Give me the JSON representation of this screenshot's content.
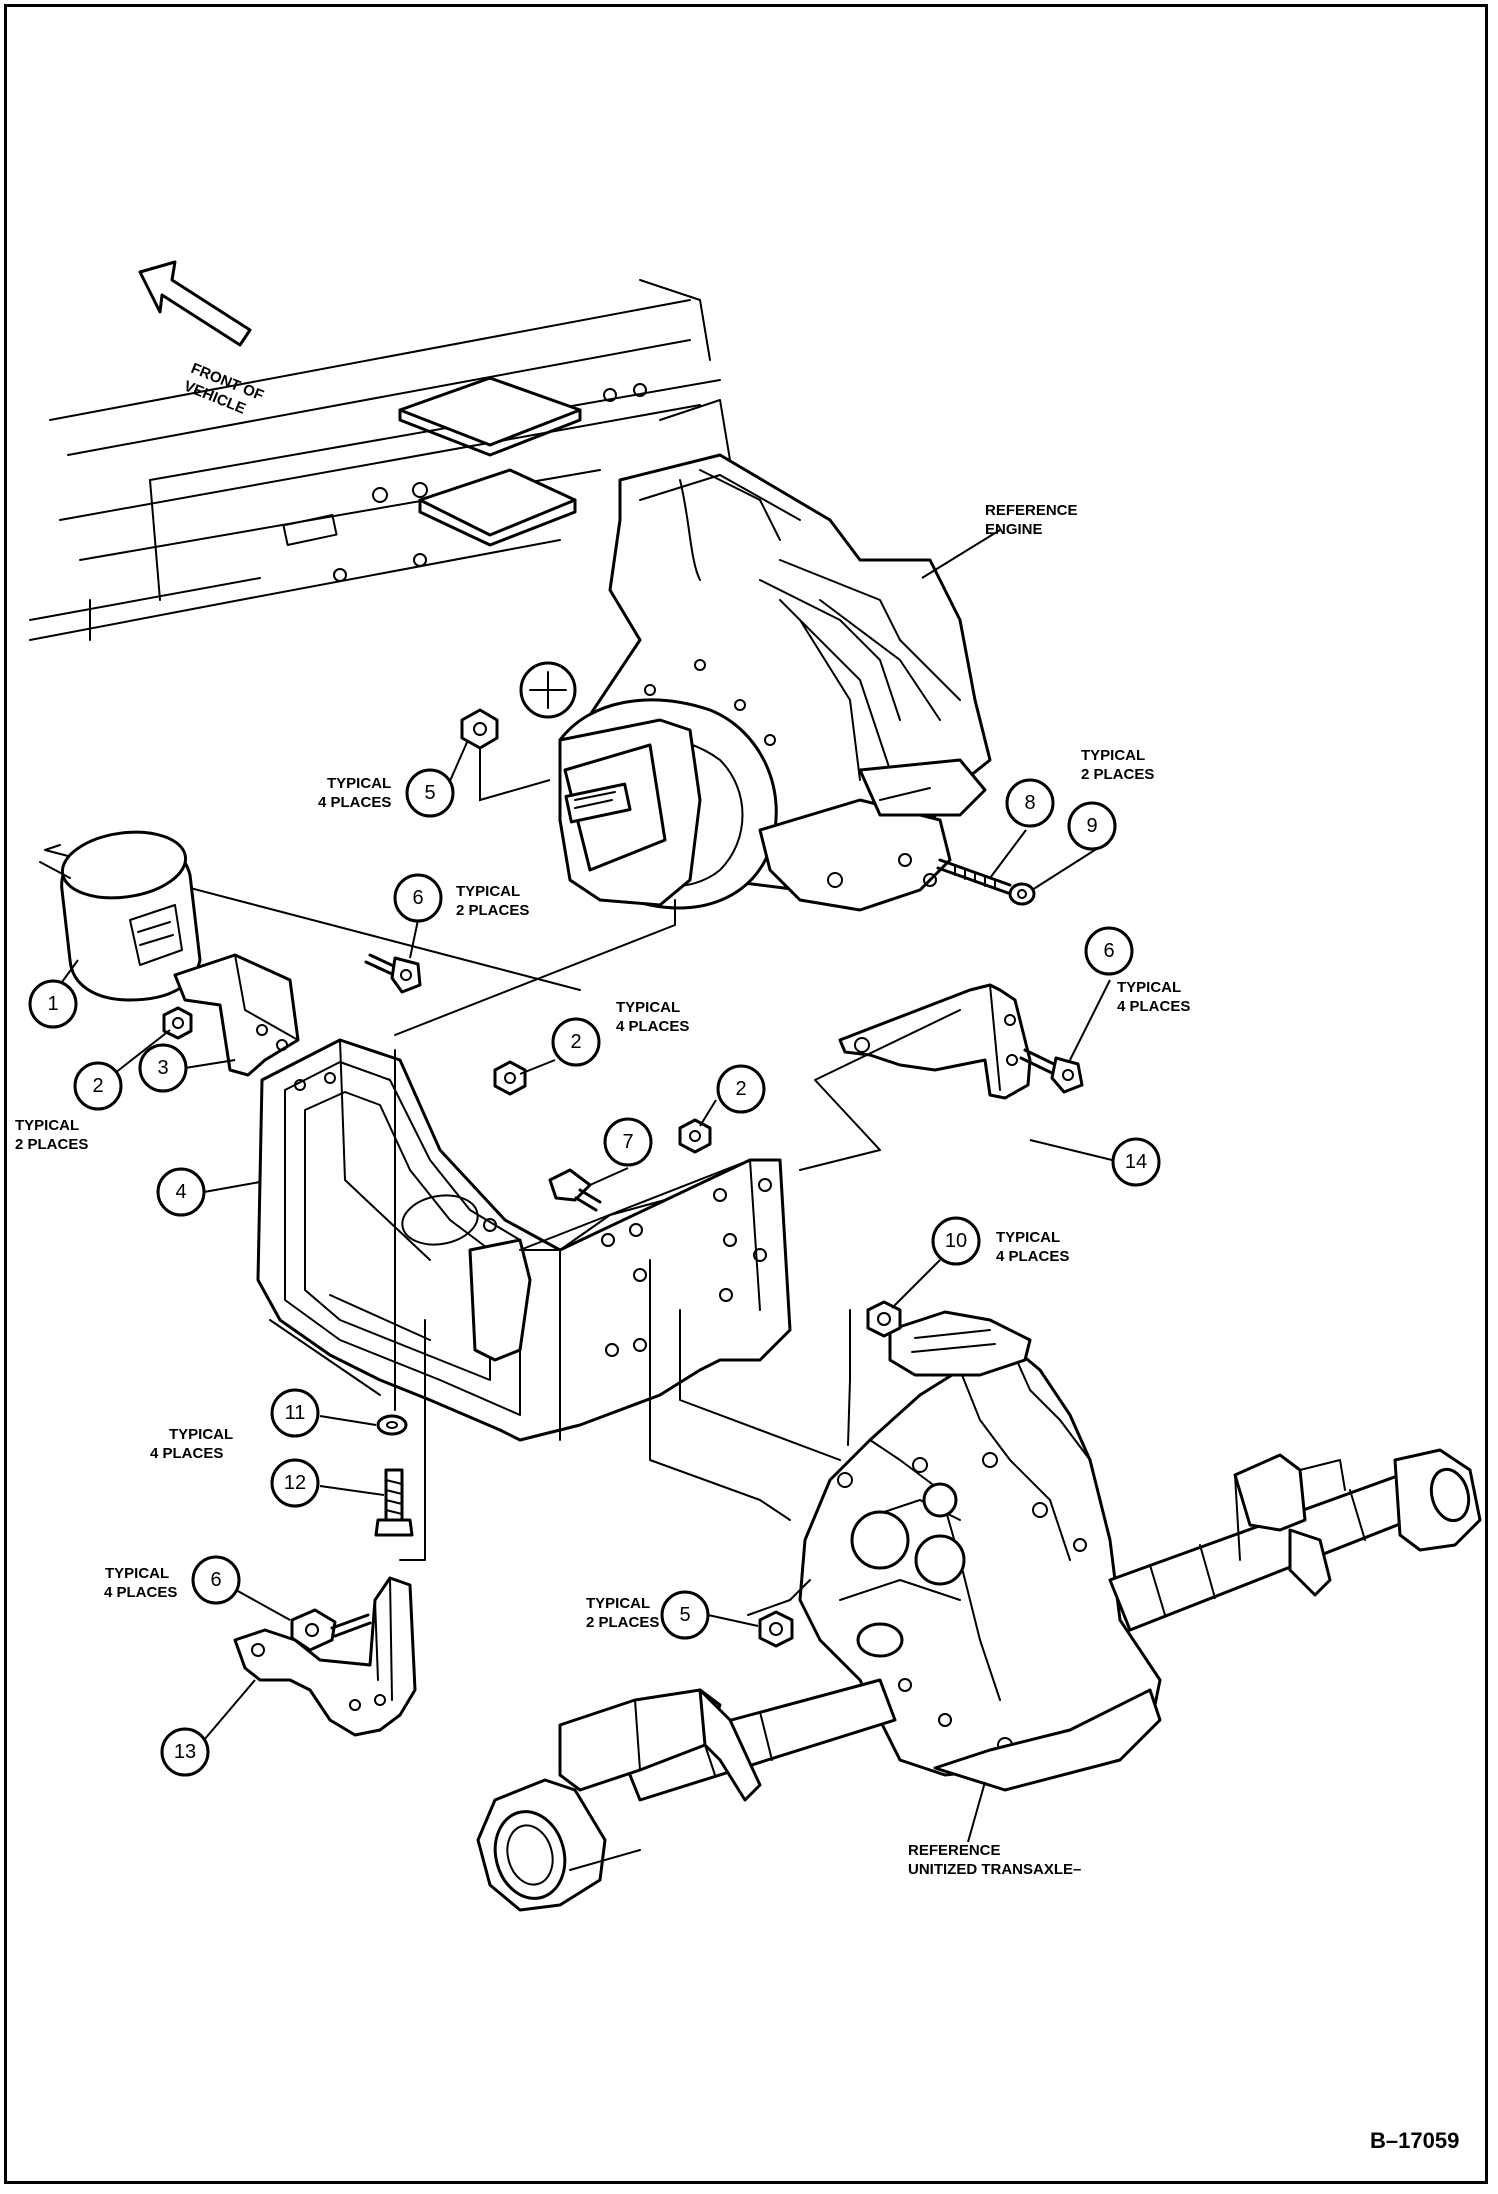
{
  "figure_id": "B–17059",
  "labels": {
    "front_of_vehicle": [
      "FRONT OF",
      "VEHICLE"
    ],
    "reference_engine": [
      "REFERENCE",
      "ENGINE"
    ],
    "reference_transaxle": [
      "REFERENCE",
      "UNITIZED TRANSAXLE–"
    ],
    "typical_4_places": [
      "TYPICAL",
      "4 PLACES"
    ],
    "typical_2_places": [
      "TYPICAL",
      "2 PLACES"
    ]
  },
  "callouts": [
    {
      "id": "c1",
      "number": "1"
    },
    {
      "id": "c2a",
      "number": "2"
    },
    {
      "id": "c2b",
      "number": "2"
    },
    {
      "id": "c2c",
      "number": "2"
    },
    {
      "id": "c3",
      "number": "3"
    },
    {
      "id": "c4",
      "number": "4"
    },
    {
      "id": "c5a",
      "number": "5"
    },
    {
      "id": "c5b",
      "number": "5"
    },
    {
      "id": "c6a",
      "number": "6"
    },
    {
      "id": "c6b",
      "number": "6"
    },
    {
      "id": "c6c",
      "number": "6"
    },
    {
      "id": "c7",
      "number": "7"
    },
    {
      "id": "c8",
      "number": "8"
    },
    {
      "id": "c9",
      "number": "9"
    },
    {
      "id": "c10",
      "number": "10"
    },
    {
      "id": "c11",
      "number": "11"
    },
    {
      "id": "c12",
      "number": "12"
    },
    {
      "id": "c13",
      "number": "13"
    },
    {
      "id": "c14",
      "number": "14"
    }
  ]
}
